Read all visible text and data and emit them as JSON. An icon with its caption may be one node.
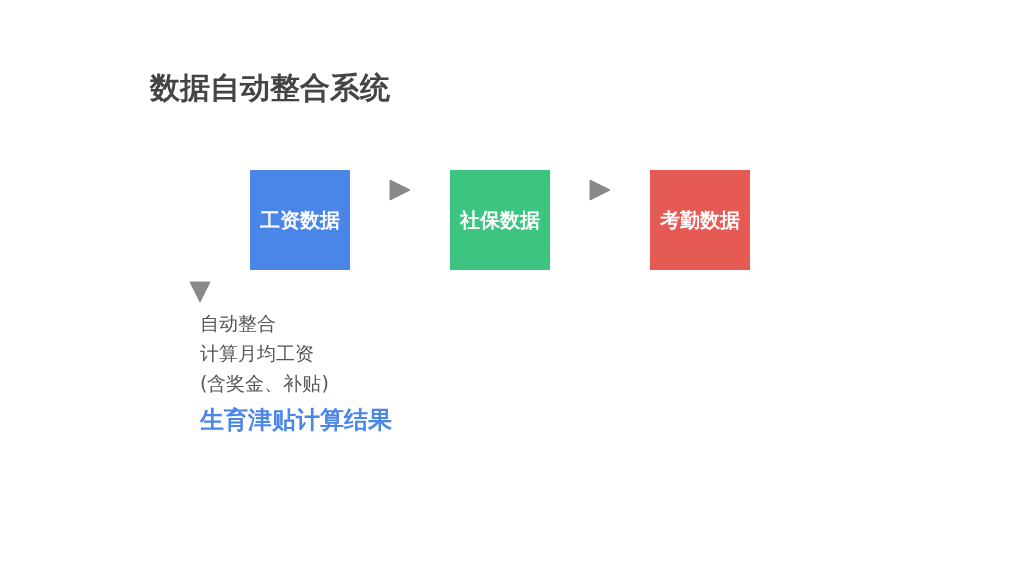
{
  "diagram": {
    "title": "数据自动整合系统",
    "nodes": [
      {
        "text": [
          "工资数据"
        ]
      },
      {
        "text": [
          "社保数据"
        ]
      },
      {
        "text": [
          "考勤数据"
        ]
      },
      {
        "text": [
          "自动整合",
          "计算月均工资",
          "(含奖金、补贴)"
        ]
      }
    ],
    "edges": [
      {
        "from": 0,
        "to": 1,
        "arrow": "to"
      },
      {
        "from": 1,
        "to": 2,
        "arrow": "to"
      },
      {
        "from": null,
        "to": 3,
        "arrow": "to"
      }
    ],
    "labels": [
      "生育津贴计算结果"
    ]
  }
}
